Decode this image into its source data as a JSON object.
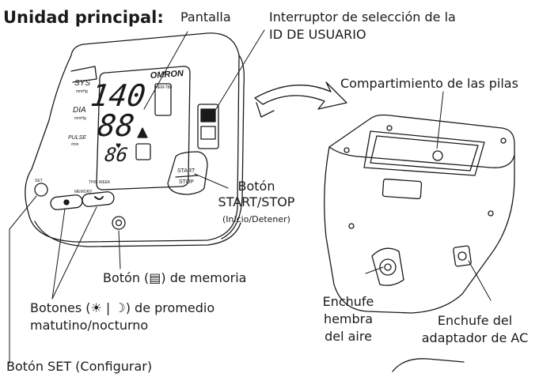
{
  "title": "Unidad principal:",
  "labels": {
    "display": "Pantalla",
    "user_switch_line1": "Interruptor de selección de la",
    "user_switch_line2": "ID DE USUARIO",
    "battery_compartment": "Compartimiento de las pilas",
    "start_stop_line1": "Botón",
    "start_stop_line2": "START/STOP",
    "start_stop_sub": "(Inicio/Detener)",
    "memory_button": "Botón (▤) de memoria",
    "avg_buttons_line1": "Botones (☀ | ☽) de promedio",
    "avg_buttons_line2": "matutino/nocturno",
    "air_jack_1": "Enchufe",
    "air_jack_2": "hembra",
    "air_jack_3": "del aire",
    "ac_jack_1": "Enchufe del",
    "ac_jack_2": "adaptador de AC",
    "set_button": "Botón SET (Configurar)"
  },
  "device": {
    "brand": "OMRON",
    "model": "HEM-780",
    "sys": "SYS",
    "dia": "DIA",
    "pulse": "PULSE",
    "unit_mmhg": "mmHg",
    "unit_min": "/min",
    "reading_sys": "140",
    "reading_dia": "88",
    "reading_pulse": "86",
    "this_week": "THIS WEEK",
    "start": "START",
    "stop": "STOP",
    "set": "SET",
    "memory": "MEMORY"
  }
}
